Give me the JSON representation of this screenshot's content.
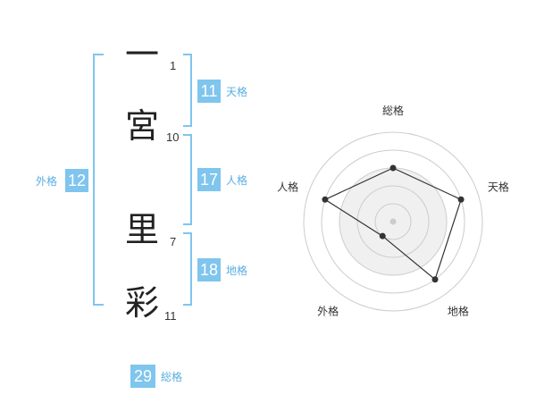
{
  "name_chars": [
    {
      "char": "一",
      "strokes": "1"
    },
    {
      "char": "宮",
      "strokes": "10"
    },
    {
      "char": "里",
      "strokes": "7"
    },
    {
      "char": "彩",
      "strokes": "11"
    }
  ],
  "fortunes": {
    "tenkaku": {
      "label": "天格",
      "value": "11"
    },
    "jinkaku": {
      "label": "人格",
      "value": "17"
    },
    "chikaku": {
      "label": "地格",
      "value": "18"
    },
    "gaikaku": {
      "label": "外格",
      "value": "12"
    },
    "soukaku": {
      "label": "総格",
      "value": "29"
    }
  },
  "colors": {
    "accent": "#7fc5ee",
    "caption": "#5aaee0"
  },
  "chart_data": {
    "type": "radar",
    "axes": [
      "総格",
      "天格",
      "地格",
      "外格",
      "人格"
    ],
    "values": [
      3,
      4,
      4,
      1,
      4
    ],
    "max": 5,
    "rings": 5
  }
}
